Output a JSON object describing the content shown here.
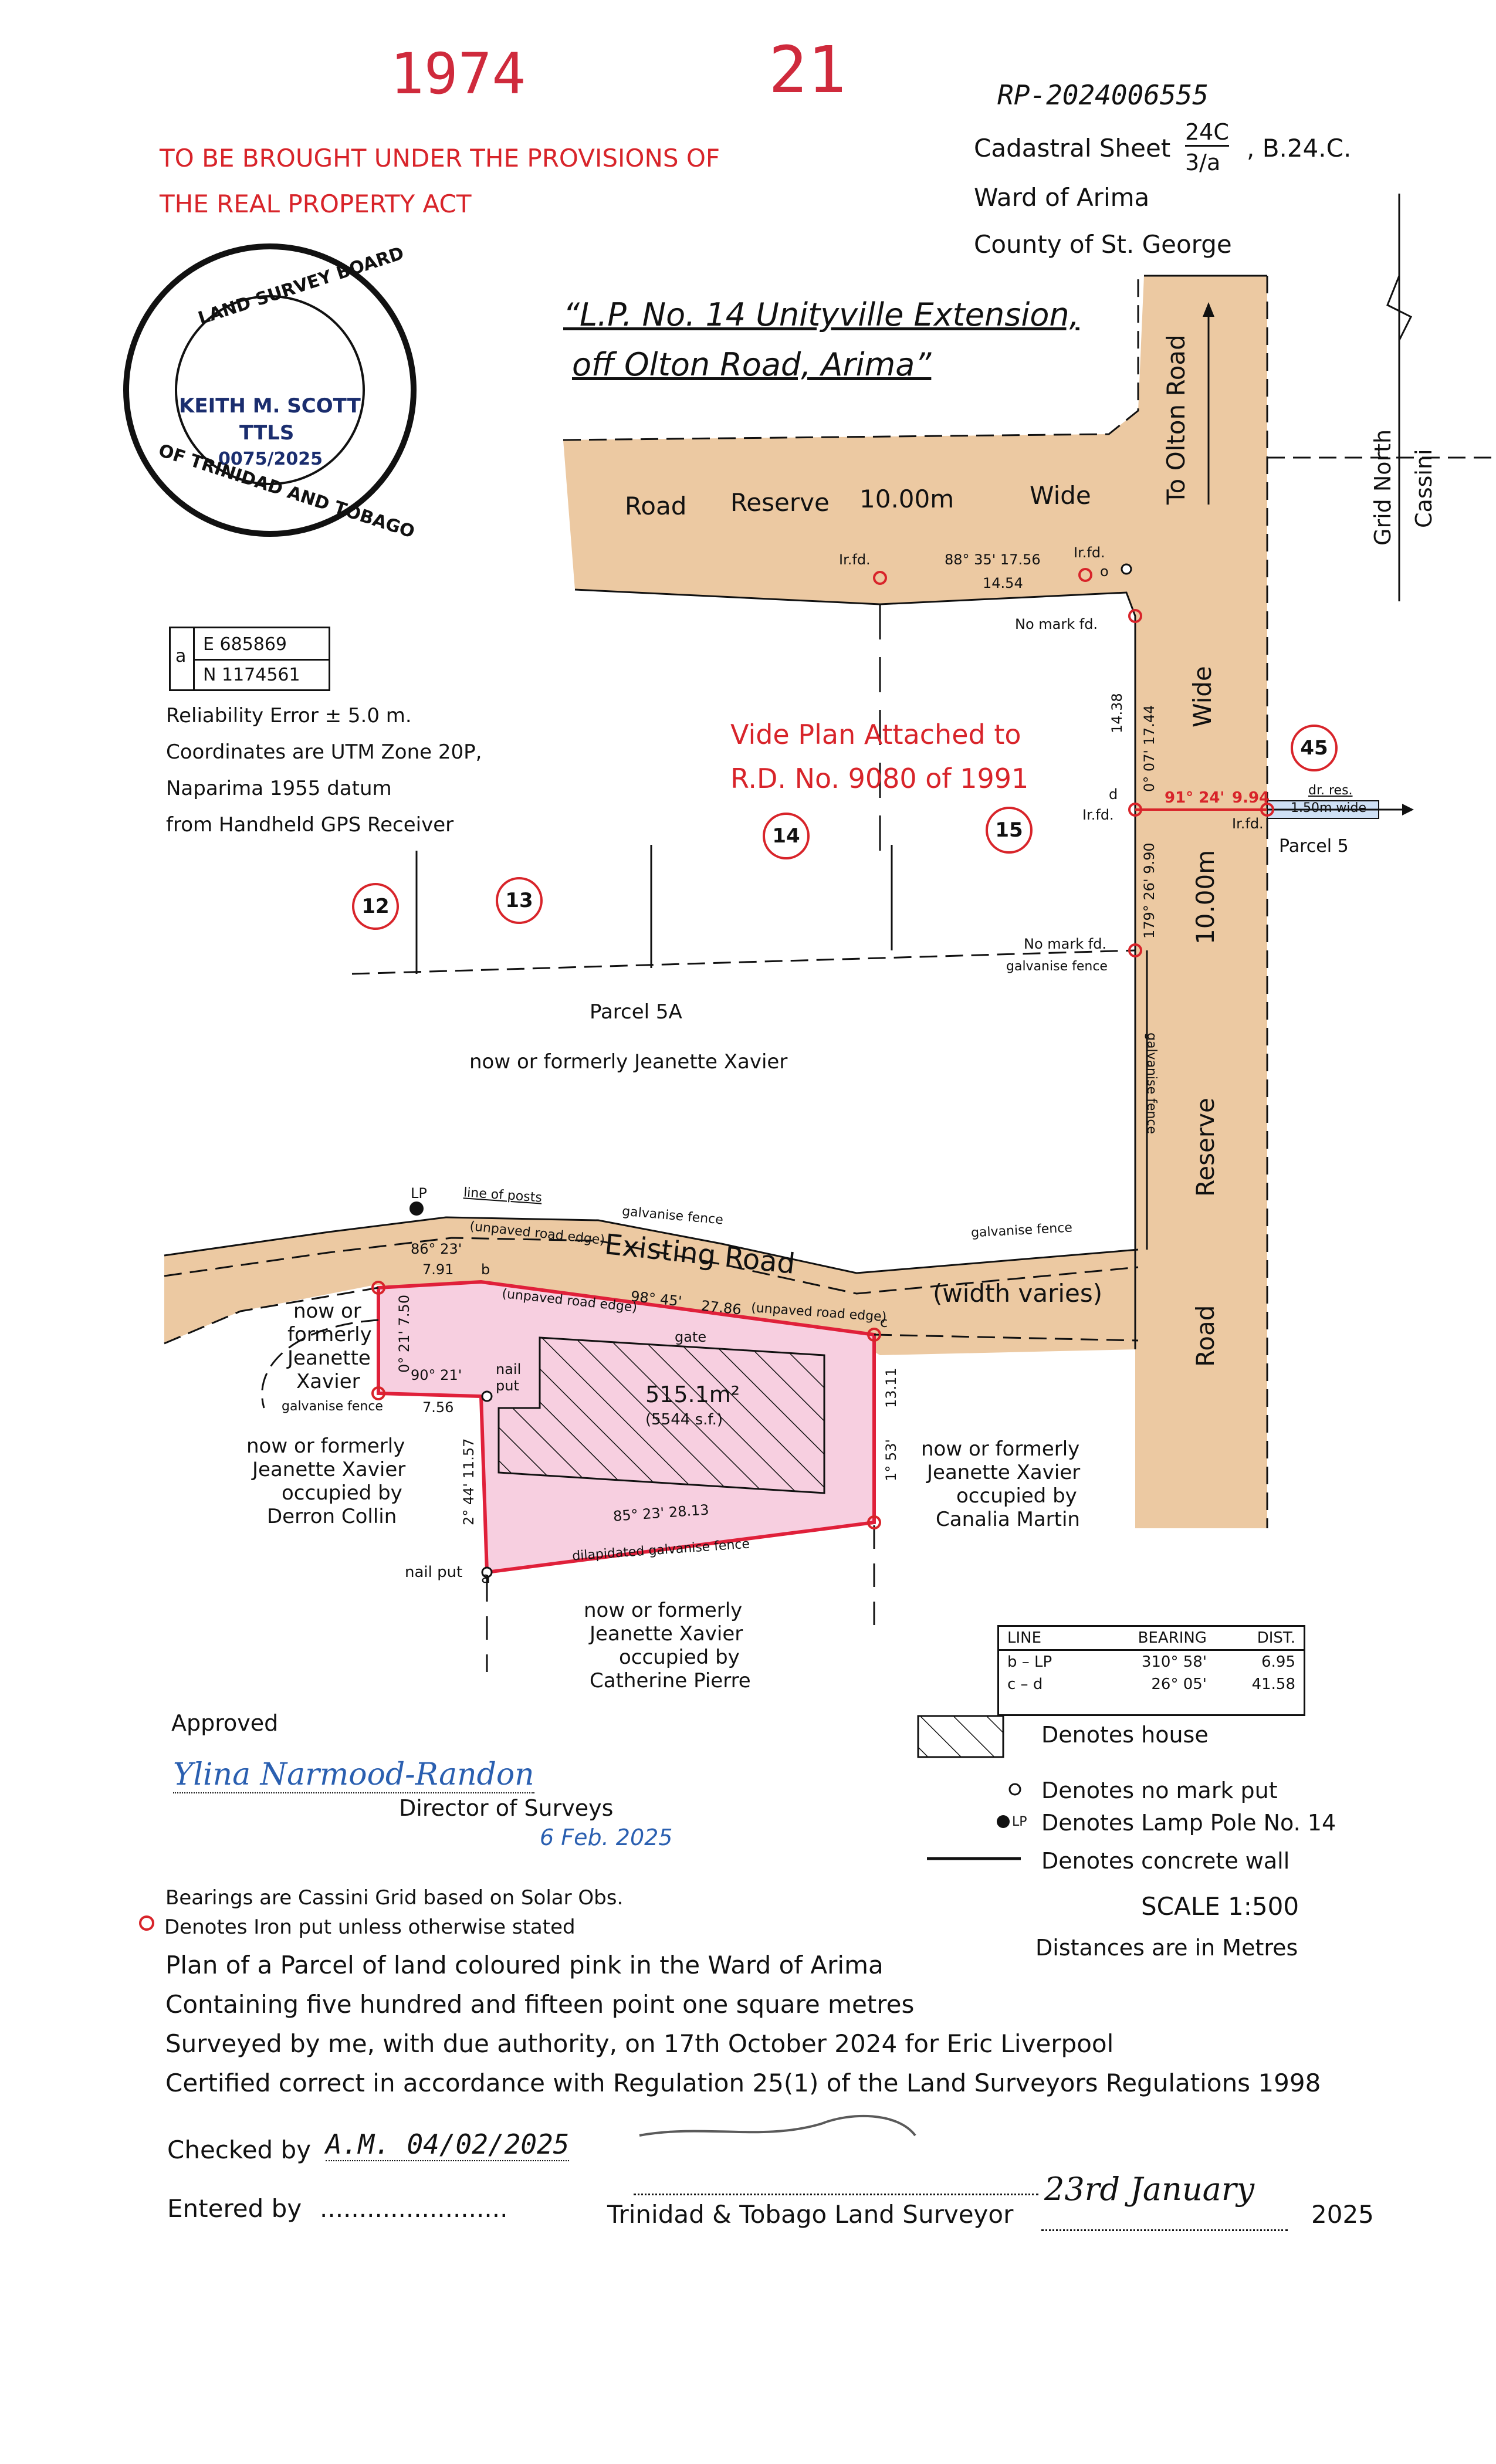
{
  "header": {
    "num_left": "1974",
    "num_right": "21",
    "rp_number": "RP-2024006555",
    "provisions_line1": "TO BE BROUGHT UNDER THE PROVISIONS OF",
    "provisions_line2": "THE REAL PROPERTY ACT",
    "cadastral_label": "Cadastral Sheet",
    "cadastral_num": "24C",
    "cadastral_den": "3/a",
    "cadastral_suffix": ", B.24.C.",
    "ward": "Ward of Arima",
    "county": "County of St. George"
  },
  "stamp": {
    "ring_top": "LAND SURVEY BOARD",
    "ring_bottom": "OF TRINIDAD AND TOBAGO",
    "name": "KEITH M. SCOTT",
    "title": "TTLS",
    "reg": "0075/2025"
  },
  "title": {
    "line1": "“L.P. No. 14 Unityville Extension,",
    "line2": "off Olton Road, Arima”"
  },
  "coords": {
    "marker": "a",
    "easting": "E  685869",
    "northing": "N  1174561",
    "note1": "Reliability Error  ± 5.0 m.",
    "note2": "Coordinates are UTM Zone 20P,",
    "note3": "Naparima 1955 datum",
    "note4": "from Handheld GPS Receiver"
  },
  "vide": {
    "line1": "Vide Plan Attached to",
    "line2": "R.D. No. 9080 of 1991"
  },
  "lots": [
    "12",
    "13",
    "14",
    "15",
    "45"
  ],
  "labels": {
    "road_reserve_top": [
      "Road",
      "Reserve",
      "10.00m",
      "Wide"
    ],
    "to_olton": "To Olton Road",
    "grid_north": "Grid North",
    "cassini": "Cassini",
    "wide_vertical": "Wide",
    "ten_m_vertical": "10.00m",
    "reserve_vertical": "Reserve",
    "road_vertical": "Road",
    "irfd": "Ir.fd.",
    "no_mark_fd": "No mark fd.",
    "no_mark_fd2": "No mark fd.",
    "galv_fence": "galvanise fence",
    "galv_fence_v": "galvanise fence",
    "dr_res": "dr. res.",
    "dr_res_width": "1.50m wide",
    "parcel5": "Parcel 5",
    "parcel5a": "Parcel 5A",
    "jx1": "now or formerly Jeanette Xavier",
    "existing_road": "Existing   Road",
    "width_varies": "(width varies)",
    "line_of_posts": "line of posts",
    "galv_fence_top": "galvanise fence",
    "galv_fence_right": "galvanise fence",
    "unpaved1": "(unpaved road edge)",
    "unpaved2": "(unpaved road edge)",
    "unpaved3": "(unpaved road edge)",
    "gate": "gate",
    "lp": "LP",
    "nail_put": "nail\nput",
    "nail_put_a": "nail put",
    "area": "515.1m²",
    "area_sf": "(5544 s.f.)",
    "left_owner": [
      "now or",
      "formerly",
      "Jeanette",
      "Xavier"
    ],
    "galv_left": "galvanise fence",
    "derron": [
      "now or formerly",
      "Jeanette Xavier",
      "occupied by",
      "Derron Collin"
    ],
    "canalia": [
      "now or formerly",
      "Jeanette Xavier",
      "occupied by",
      "Canalia Martin"
    ],
    "catherine": [
      "now or formerly",
      "Jeanette Xavier",
      "occupied by",
      "Catherine Pierre"
    ],
    "dilapidated": "dilapidated galvanise fence",
    "pt_a": "a",
    "pt_b": "b",
    "pt_c": "c",
    "pt_d": "d",
    "pt_o": "o"
  },
  "dims": {
    "top_brg": "88° 35'  17.56",
    "top_sub": "14.54",
    "v1": "14.38",
    "v2": "0° 07'  17.44",
    "d_brg": "91° 24'",
    "d_dist": "9.94",
    "v3": "179° 26'  9.90",
    "b_brg": "86° 23'",
    "b_dist": "7.91",
    "bc_brg": "98° 45'",
    "bc_dist": "27.86",
    "left_brg": "0° 21'  7.50",
    "nail_brg": "90° 21'",
    "nail_dist": "7.56",
    "a_brg": "2° 44'  11.57",
    "bottom_brg": "85° 23'  28.13",
    "right_brg": "1° 53'",
    "right_dist": "13.11"
  },
  "line_table": {
    "headers": [
      "LINE",
      "BEARING",
      "DIST."
    ],
    "rows": [
      [
        "b – LP",
        "310° 58'",
        "6.95"
      ],
      [
        "c – d",
        "26° 05'",
        "41.58"
      ]
    ]
  },
  "legend": {
    "house": "Denotes house",
    "no_mark": "Denotes no mark put",
    "lamp": "Denotes Lamp Pole No. 14",
    "wall": "Denotes concrete wall",
    "scale": "SCALE 1:500",
    "distances": "Distances are in Metres",
    "lp_symbol": "LP"
  },
  "approval": {
    "approved": "Approved",
    "signature": "Ylina Narmood-Randon",
    "director": "Director of Surveys",
    "date": "6 Feb. 2025"
  },
  "footer": {
    "bearings": "Bearings are Cassini Grid based on Solar Obs.",
    "iron_put": "Denotes Iron put unless otherwise stated",
    "plan1": "Plan of a Parcel of land coloured pink in the Ward of Arima",
    "plan2": "Containing five hundred and fifteen point one square metres",
    "plan3": "Surveyed by me, with due authority, on 17th October 2024 for Eric Liverpool",
    "plan4": "Certified correct in accordance with Regulation 25(1) of the Land Surveyors Regulations 1998",
    "checked_label": "Checked  by",
    "checked_value": "A.M. 04/02/2025",
    "entered_label": "Entered  by",
    "entered_value": "........................",
    "surveyor_label": "Trinidad  &  Tobago  Land  Surveyor",
    "surveyor_date": "23rd January",
    "year": "2025"
  },
  "colors": {
    "road": "#ecc9a2",
    "parcel": "#f7cfe0",
    "red": "#d8242a",
    "parcel_edge": "#e0203a",
    "blue_ink": "#2a5fb0"
  }
}
